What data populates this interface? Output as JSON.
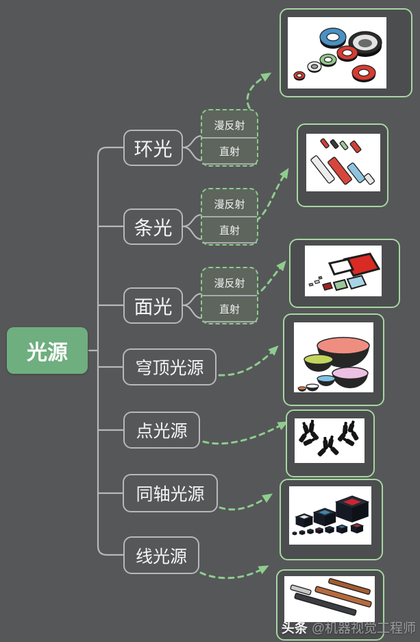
{
  "root": {
    "label": "光源"
  },
  "branches": [
    {
      "label": "环光",
      "children": [
        {
          "label": "漫反射"
        },
        {
          "label": "直射"
        }
      ]
    },
    {
      "label": "条光",
      "children": [
        {
          "label": "漫反射"
        },
        {
          "label": "直射"
        }
      ]
    },
    {
      "label": "面光",
      "children": [
        {
          "label": "漫反射"
        },
        {
          "label": "直射"
        }
      ]
    },
    {
      "label": "穹顶光源"
    },
    {
      "label": "点光源"
    },
    {
      "label": "同轴光源"
    },
    {
      "label": "线光源"
    }
  ],
  "images": [
    {
      "name": "ring-lights-photo"
    },
    {
      "name": "bar-lights-photo"
    },
    {
      "name": "area-lights-photo"
    },
    {
      "name": "dome-lights-photo"
    },
    {
      "name": "point-lights-photo"
    },
    {
      "name": "coaxial-lights-photo"
    },
    {
      "name": "line-lights-photo"
    }
  ],
  "watermark": {
    "brand": "头条",
    "handle": "@机器视觉工程师"
  },
  "colors": {
    "background": "#565759",
    "root_fill": "#6fae7f",
    "node_border": "#b6b9bb",
    "branch_green": "#8ecd8e",
    "panel_border": "#a6d7a1",
    "panel_fill": "#4c4d4f",
    "watermark_text": "#9b9ea0"
  }
}
